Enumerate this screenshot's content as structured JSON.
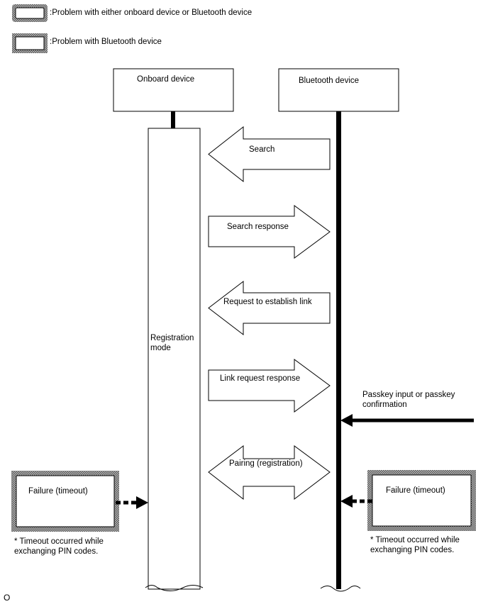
{
  "legend": {
    "either_label": ":Problem with either onboard device or Bluetooth device",
    "bluetooth_label": ":Problem with Bluetooth device"
  },
  "columns": {
    "onboard_title": "Onboard device",
    "bluetooth_title": "Bluetooth device"
  },
  "registration_mode_label": "Registration mode",
  "messages": [
    {
      "label": "Search",
      "direction": "to-onboard"
    },
    {
      "label": "Search response",
      "direction": "to-bluetooth"
    },
    {
      "label": "Request to establish link",
      "direction": "to-onboard"
    },
    {
      "label": "Link request response",
      "direction": "to-bluetooth"
    },
    {
      "label": "Pairing (registration)",
      "direction": "both"
    }
  ],
  "passkey_label": "Passkey input or passkey confirmation",
  "failures": {
    "left": {
      "title": "Failure (timeout)",
      "note": "* Timeout occurred while exchanging PIN codes."
    },
    "right": {
      "title": "Failure (timeout)",
      "note": "* Timeout occurred while exchanging PIN codes."
    }
  },
  "corner_label": "O"
}
